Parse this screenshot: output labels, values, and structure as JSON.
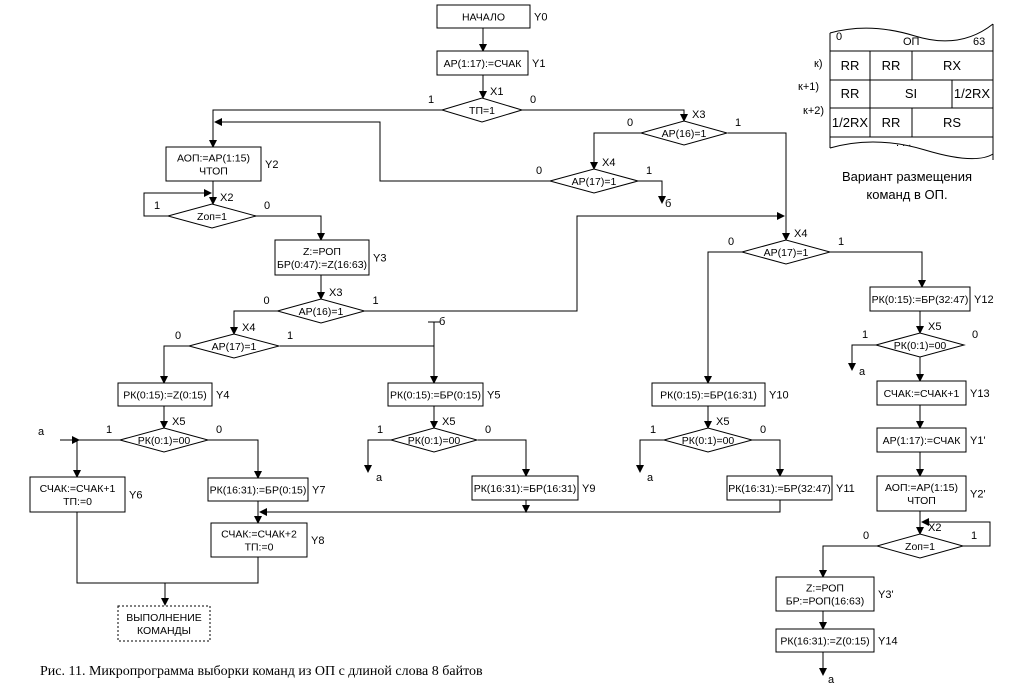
{
  "boxes": {
    "start": {
      "lines": [
        "НАЧАЛО"
      ],
      "label": "Y0"
    },
    "y1": {
      "lines": [
        "АР(1:17):=СЧАК"
      ],
      "label": "Y1"
    },
    "y2": {
      "lines": [
        "АОП:=АР(1:15)",
        "ЧТОП"
      ],
      "label": "Y2"
    },
    "y3": {
      "lines": [
        "Z:=РОП",
        "БР(0:47):=Z(16:63)"
      ],
      "label": "Y3"
    },
    "y4": {
      "lines": [
        "РК(0:15):=Z(0:15)"
      ],
      "label": "Y4"
    },
    "y5": {
      "lines": [
        "РК(0:15):=БР(0:15)"
      ],
      "label": "Y5"
    },
    "y6": {
      "lines": [
        "СЧАК:=СЧАК+1",
        "ТП:=0"
      ],
      "label": "Y6"
    },
    "y7": {
      "lines": [
        "РК(16:31):=БР(0:15)"
      ],
      "label": "Y7"
    },
    "y8": {
      "lines": [
        "СЧАК:=СЧАК+2",
        "ТП:=0"
      ],
      "label": "Y8"
    },
    "y9": {
      "lines": [
        "РК(16:31):=БР(16:31)"
      ],
      "label": "Y9"
    },
    "y10": {
      "lines": [
        "РК(0:15):=БР(16:31)"
      ],
      "label": "Y10"
    },
    "y11": {
      "lines": [
        "РК(16:31):=БР(32:47)"
      ],
      "label": "Y11"
    },
    "y12": {
      "lines": [
        "РК(0:15):=БР(32:47)"
      ],
      "label": "Y12"
    },
    "y13": {
      "lines": [
        "СЧАК:=СЧАК+1"
      ],
      "label": "Y13"
    },
    "y1b": {
      "lines": [
        "АР(1:17):=СЧАК"
      ],
      "label": "Y1'"
    },
    "y2b": {
      "lines": [
        "АОП:=АР(1:15)",
        "ЧТОП"
      ],
      "label": "Y2'"
    },
    "y3b": {
      "lines": [
        "Z:=РОП",
        "БР:=РОП(16:63)"
      ],
      "label": "Y3'"
    },
    "y14": {
      "lines": [
        "РК(16:31):=Z(0:15)"
      ],
      "label": "Y14"
    },
    "end": {
      "lines": [
        "ВЫПОЛНЕНИЕ",
        "КОМАНДЫ"
      ],
      "label": ""
    }
  },
  "diamonds": {
    "d1": {
      "text": "ТП=1",
      "x": "X1",
      "left": "1",
      "right": "0"
    },
    "d2": {
      "text": "Zоп=1",
      "x": "X2",
      "left": "1",
      "right": "0"
    },
    "d3": {
      "text": "АР(16)=1",
      "x": "X3",
      "left": "0",
      "right": "1"
    },
    "d4": {
      "text": "АР(17)=1",
      "x": "X4",
      "left": "0",
      "right": "1"
    },
    "d5a": {
      "text": "РК(0:1)=00",
      "x": "X5",
      "left": "1",
      "right": "0"
    },
    "d5b": {
      "text": "РК(0:1)=00",
      "x": "X5",
      "left": "1",
      "right": "0"
    },
    "d3r": {
      "text": "АР(16)=1",
      "x": "X3",
      "left": "0",
      "right": "1"
    },
    "d4r": {
      "text": "АР(17)=1",
      "x": "X4",
      "left": "0",
      "right": "1"
    },
    "d4m": {
      "text": "АР(17)=1",
      "x": "X4",
      "left": "0",
      "right": "1"
    },
    "d5c": {
      "text": "РК(0:1)=00",
      "x": "X5",
      "left": "1",
      "right": "0"
    },
    "d5r": {
      "text": "РК(0:1)=00",
      "x": "X5",
      "left": "1",
      "right": "0"
    },
    "d2r": {
      "text": "Zоп=1",
      "x": "X2",
      "left": "0",
      "right": "1"
    }
  },
  "connectors": {
    "a": "а",
    "b": "б"
  },
  "memory": {
    "title": "ОП",
    "bit_start": "0",
    "bit_end": "63",
    "rows": [
      {
        "label": "к)",
        "cells": [
          "RR",
          "RR",
          "RX"
        ]
      },
      {
        "label": "к+1)",
        "cells": [
          "RR",
          "SI",
          "1/2RX"
        ]
      },
      {
        "label": "к+2)",
        "cells": [
          "1/2RX",
          "RR",
          "RS"
        ]
      }
    ],
    "ellipsis": ". . .",
    "caption": [
      "Вариант размещения",
      "команд в ОП."
    ]
  },
  "figure_caption": "Рис. 11.  Микропрограмма выборки команд из ОП с длиной слова 8 байтов"
}
